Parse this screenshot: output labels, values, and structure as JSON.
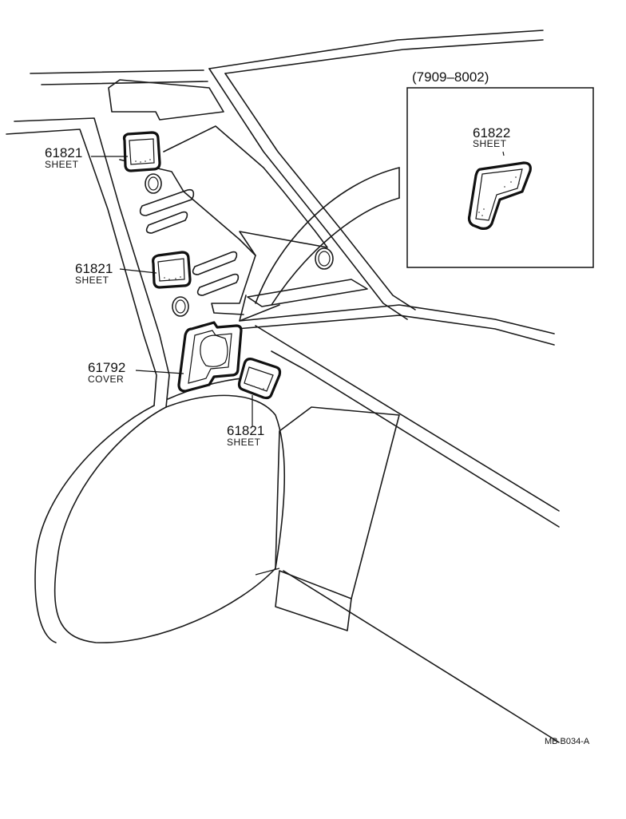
{
  "parts": [
    {
      "id": "sheet-top",
      "number": "61821",
      "name": "SHEET"
    },
    {
      "id": "sheet-middle",
      "number": "61821",
      "name": "SHEET"
    },
    {
      "id": "cover",
      "number": "61792",
      "name": "COVER"
    },
    {
      "id": "sheet-lower",
      "number": "61821",
      "name": "SHEET"
    },
    {
      "id": "sheet-inset",
      "number": "61822",
      "name": "SHEET"
    }
  ],
  "inset": {
    "period": "(7909–8002)"
  },
  "drawing_code": "MB  B034-A"
}
